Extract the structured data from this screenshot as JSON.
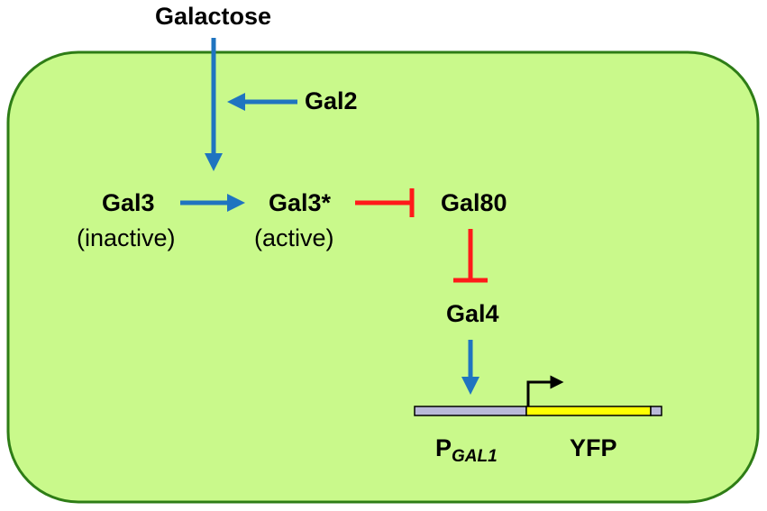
{
  "colors": {
    "cell_fill": "#c9f98b",
    "cell_border": "#2e7d16",
    "activation_arrow": "#1f74c0",
    "inhibition": "#ff1a1a",
    "promoter": "#b9b9d9",
    "reporter": "#ffff00",
    "text": "#000000"
  },
  "nodes": {
    "galactose": "Galactose",
    "gal2": "Gal2",
    "gal3": "Gal3",
    "gal3_state": "(inactive)",
    "gal3_active": "Gal3*",
    "gal3_active_state": "(active)",
    "gal80": "Gal80",
    "gal4": "Gal4"
  },
  "gene": {
    "promoter_main": "P",
    "promoter_sub": "GAL1",
    "reporter": "YFP"
  },
  "edges": [
    {
      "from": "Galactose",
      "to": "Gal3",
      "type": "activation"
    },
    {
      "from": "Gal2",
      "to": "Galactose transport",
      "type": "activation"
    },
    {
      "from": "Gal3",
      "to": "Gal3*",
      "type": "activation"
    },
    {
      "from": "Gal3*",
      "to": "Gal80",
      "type": "inhibition"
    },
    {
      "from": "Gal80",
      "to": "Gal4",
      "type": "inhibition"
    },
    {
      "from": "Gal4",
      "to": "PGAL1",
      "type": "activation"
    }
  ]
}
